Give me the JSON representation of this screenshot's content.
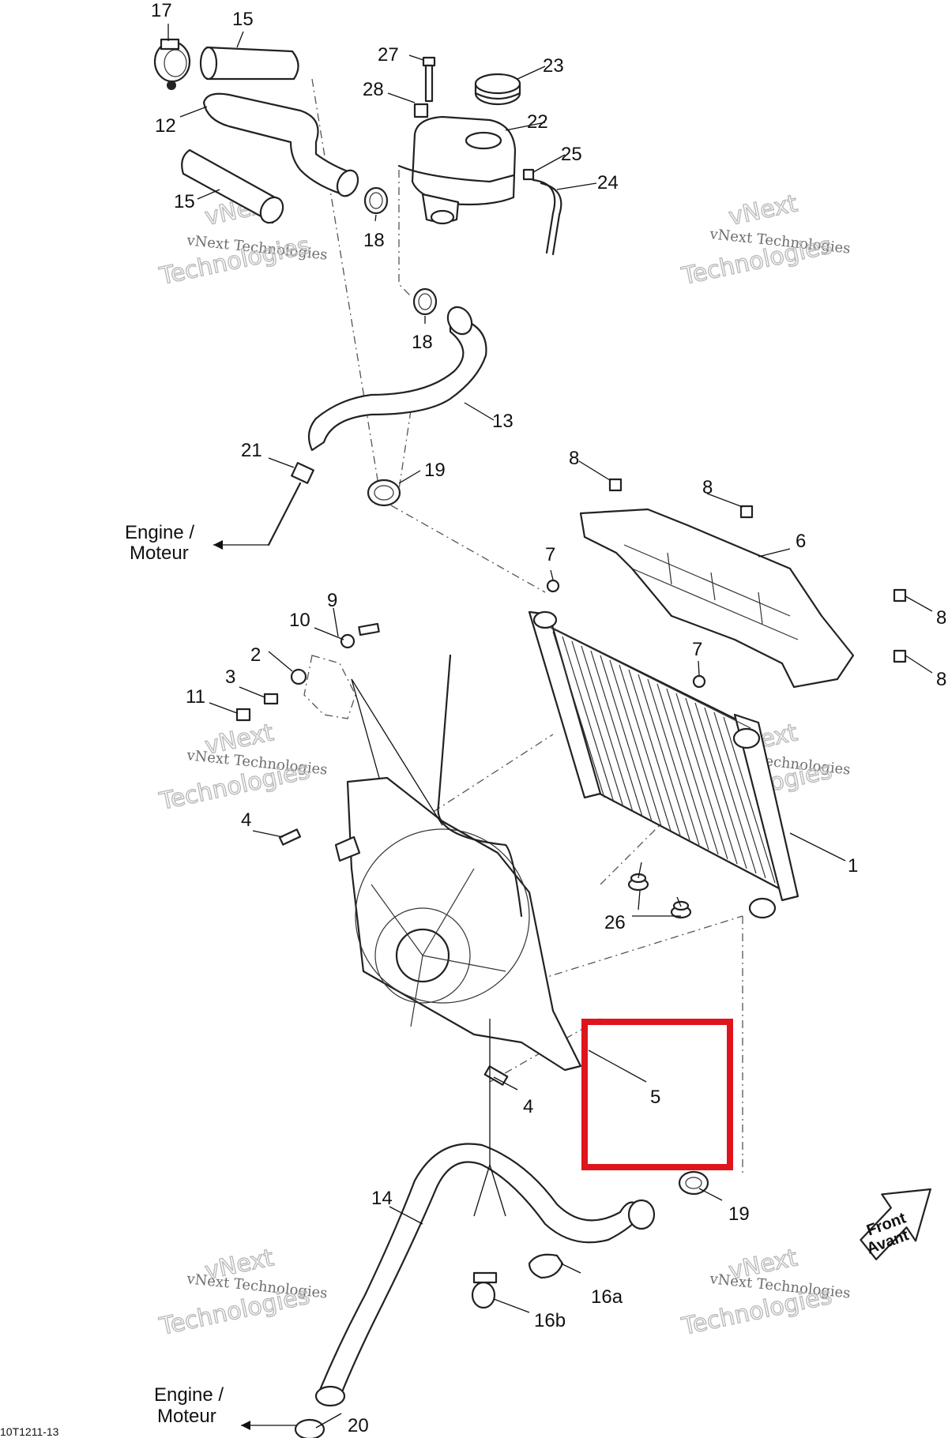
{
  "diagram": {
    "code": "10T1211-13",
    "highlight_color": "#e0141c",
    "callouts": [
      "1",
      "2",
      "3",
      "4",
      "4",
      "5",
      "6",
      "7",
      "7",
      "8",
      "8",
      "8",
      "8",
      "9",
      "10",
      "11",
      "12",
      "13",
      "14",
      "15",
      "15",
      "16a",
      "16b",
      "17",
      "18",
      "18",
      "19",
      "19",
      "20",
      "21",
      "22",
      "23",
      "24",
      "25",
      "26",
      "27",
      "28"
    ],
    "directions": {
      "engine_top_line1": "Engine /",
      "engine_top_line2": "Moteur",
      "engine_bottom_line1": "Engine /",
      "engine_bottom_line2": "Moteur",
      "front_line1": "Front",
      "front_line2": "Avant"
    },
    "watermark": {
      "line1": "vNext Technologies",
      "line2": "vNext",
      "line3": "Technologies"
    }
  }
}
